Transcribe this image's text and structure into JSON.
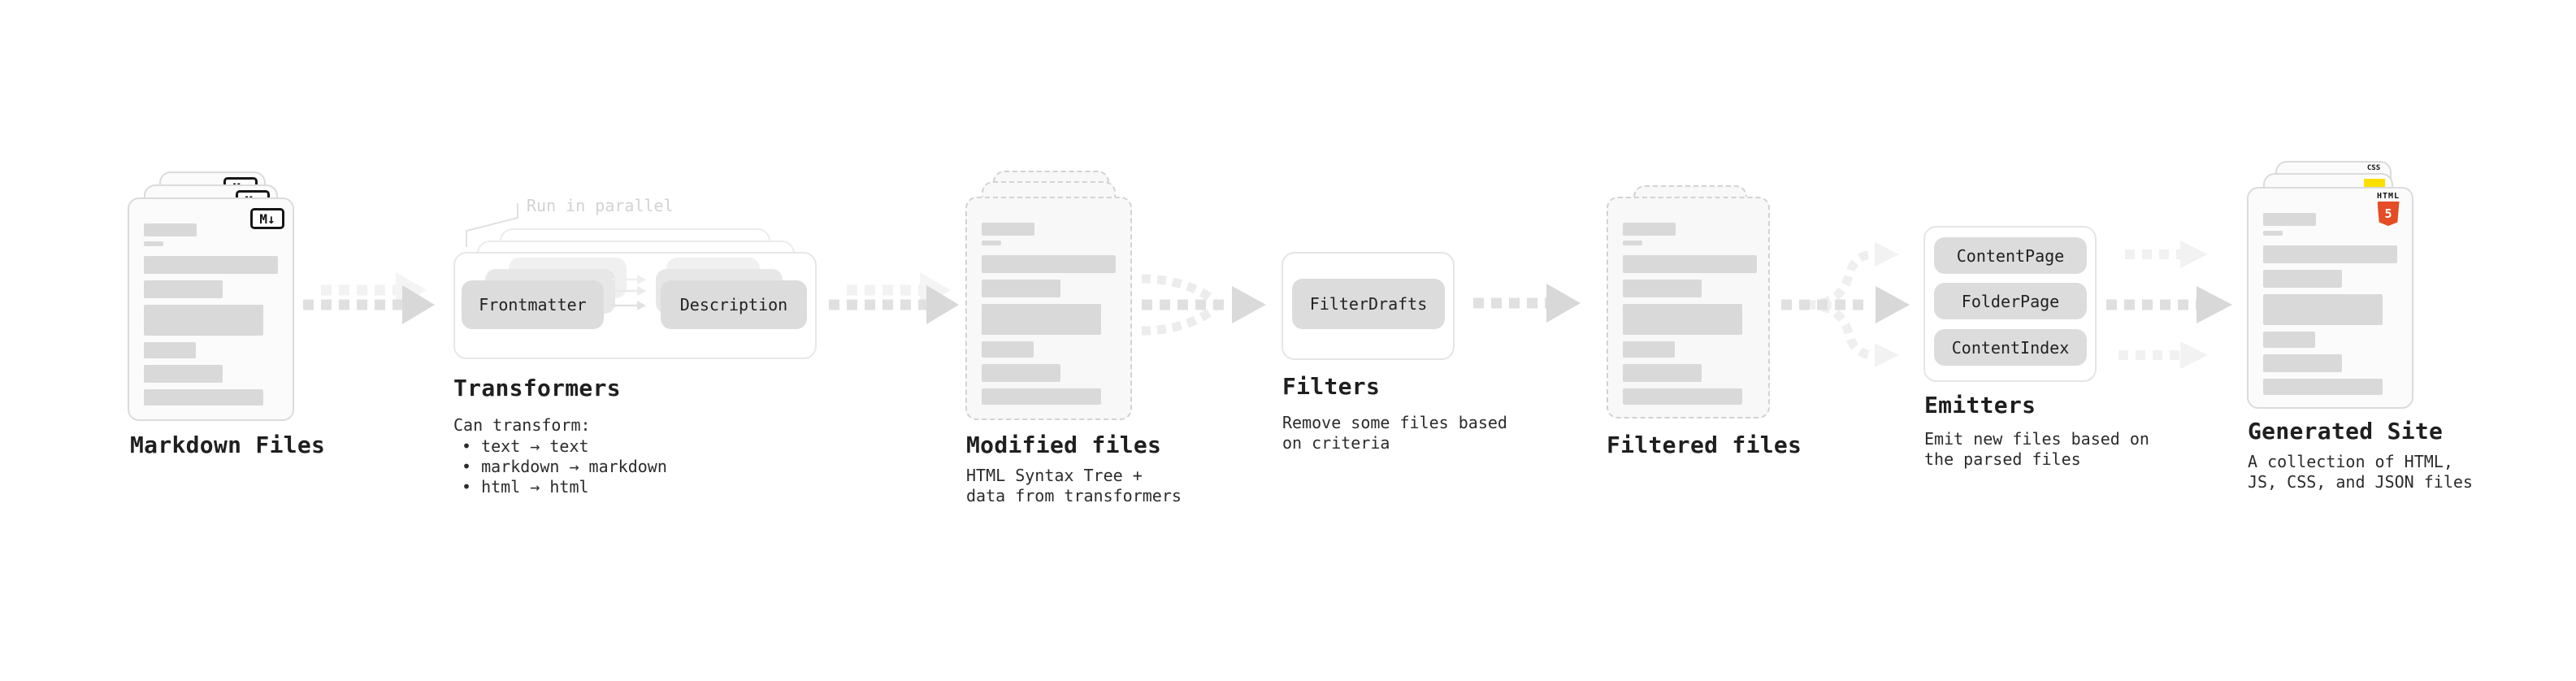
{
  "markdown_files": {
    "label": "Markdown Files",
    "badge": "M↓"
  },
  "transformers": {
    "annotation": "Run in parallel",
    "pills": [
      "Frontmatter",
      "Description"
    ],
    "label": "Transformers",
    "description_title": "Can transform:",
    "bullets": [
      "• text → text",
      "• markdown → markdown",
      "• html → html"
    ]
  },
  "modified_files": {
    "label": "Modified files",
    "description": [
      "HTML Syntax Tree +",
      "data from transformers"
    ]
  },
  "filters": {
    "pills": [
      "FilterDrafts"
    ],
    "label": "Filters",
    "description": [
      "Remove some files based",
      "on criteria"
    ]
  },
  "filtered_files": {
    "label": "Filtered files"
  },
  "emitters": {
    "pills": [
      "ContentPage",
      "FolderPage",
      "ContentIndex"
    ],
    "label": "Emitters",
    "description": [
      "Emit new files based on",
      "the parsed files"
    ]
  },
  "generated_site": {
    "label": "Generated Site",
    "description": [
      "A collection of HTML,",
      "JS, CSS, and JSON files"
    ],
    "badges": {
      "html": "HTML",
      "html_number": "5",
      "css": "CSS"
    }
  },
  "colors": {
    "text": "#1f1f1f",
    "muted_text": "#2b2b2b",
    "pill_bg": "#dcdcdc",
    "bar_fill": "#d9d9d9",
    "annotation": "#d2d2d2",
    "html5_orange": "#e44d26",
    "js_yellow": "#ffdf00",
    "css_blue": "#2b62e9"
  }
}
